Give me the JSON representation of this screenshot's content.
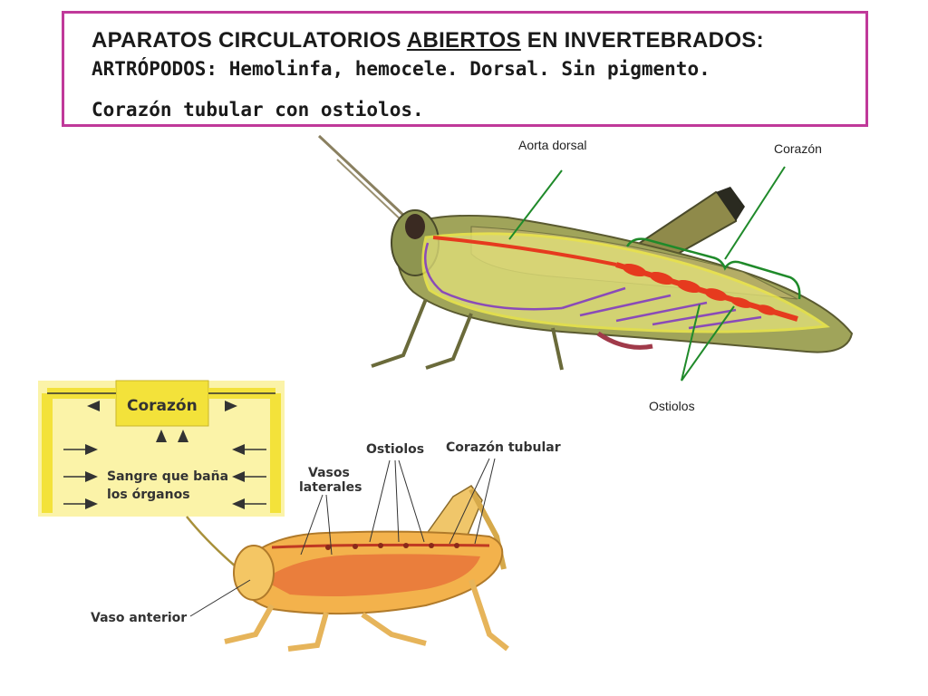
{
  "title": {
    "line1_prefix": "APARATOS CIRCULATORIOS ",
    "line1_underlined": "ABIERTOS",
    "line1_suffix": " EN INVERTEBRADOS:",
    "line2": "ARTRÓPODOS: Hemolinfa, hemocele.  Dorsal. Sin pigmento.",
    "line3": "Corazón tubular con ostiolos."
  },
  "photo_labels": {
    "aorta": "Aorta dorsal",
    "heart": "Corazón",
    "ostioles": "Ostiolos"
  },
  "schema": {
    "heart": "Corazón",
    "blood_line1": "Sangre que baña",
    "blood_line2": "los órganos"
  },
  "drawing_labels": {
    "ostioles": "Ostiolos",
    "tubular_heart": "Corazón tubular",
    "lateral_vessels_line1": "Vasos",
    "lateral_vessels_line2": "laterales",
    "anterior_vessel": "Vaso anterior"
  },
  "colors": {
    "title_border": "#c0399a",
    "pointer_green": "#1f8a2a",
    "heart_red": "#e63a1e",
    "flow_purple": "#8a4bb8",
    "schema_yellow": "#f3e23a"
  }
}
